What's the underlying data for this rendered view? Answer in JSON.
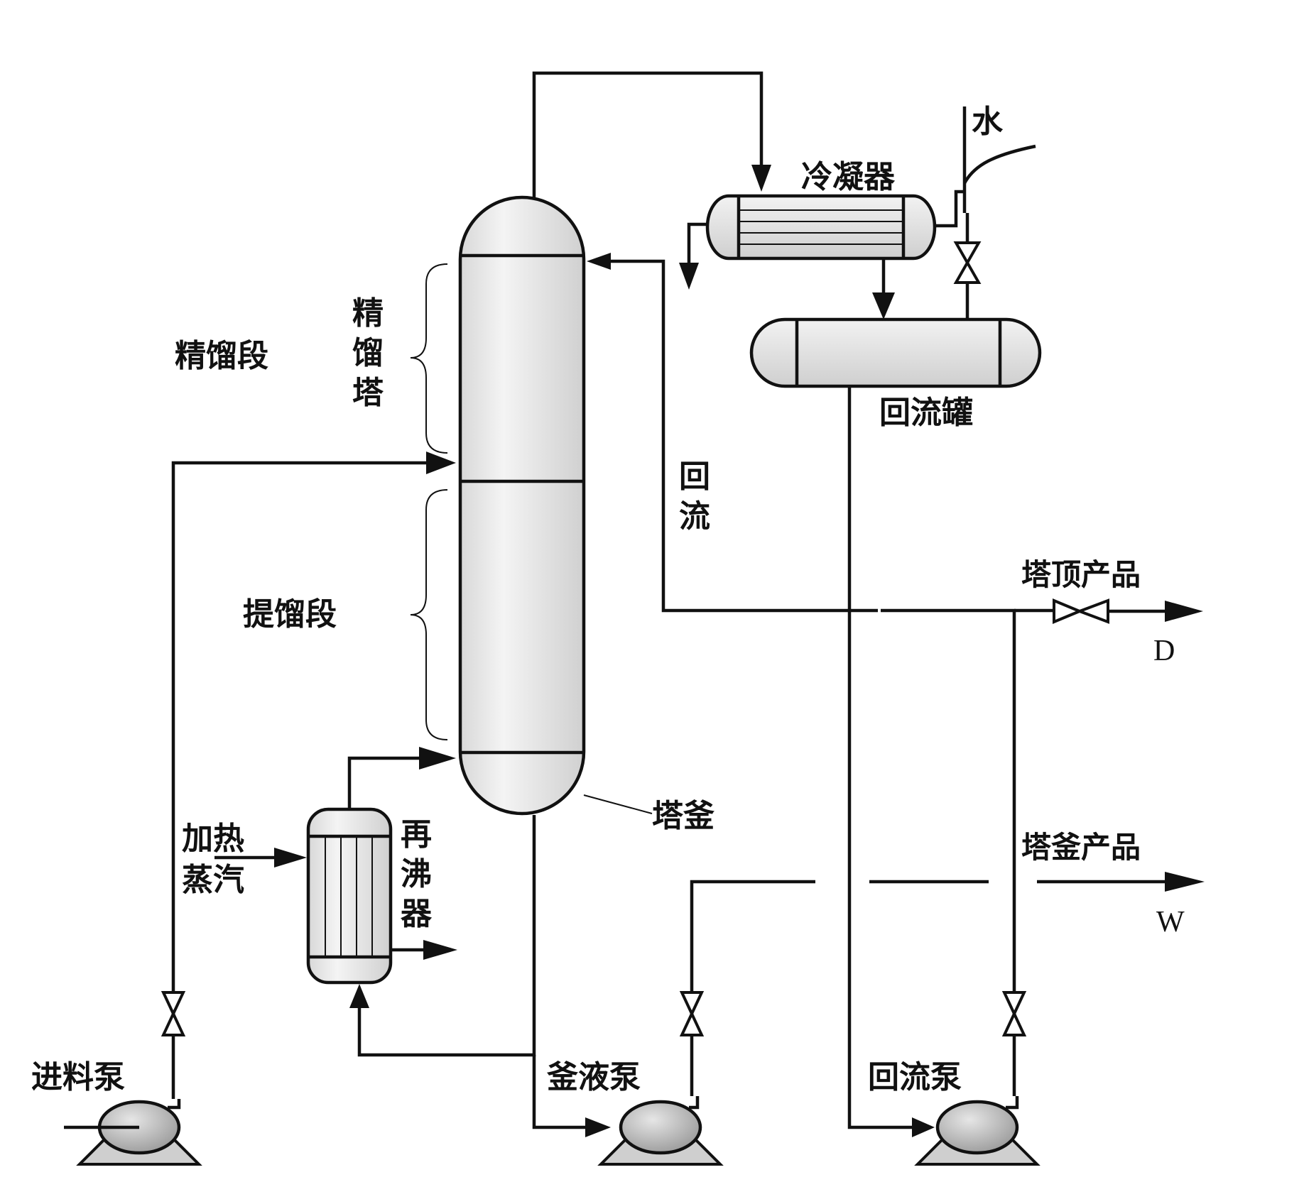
{
  "labels": {
    "water": "水",
    "condenser": "冷凝器",
    "rectifying_section": "精馏段",
    "column": "精馏塔",
    "reflux_drum": "回流罐",
    "reflux": "回流",
    "top_product": "塔顶产品",
    "distillate_symbol": "D",
    "stripping_section": "提馏段",
    "column_bottom": "塔釜",
    "bottom_product": "塔釜产品",
    "bottoms_symbol": "W",
    "heating_steam": "加热蒸汽",
    "reboiler": "再沸器",
    "feed_pump": "进料泵",
    "bottoms_pump": "釜液泵",
    "reflux_pump": "回流泵"
  },
  "colors": {
    "line": "#111111",
    "vessel_fill": "#ececec",
    "pump_fill": "#c9c9c9"
  }
}
